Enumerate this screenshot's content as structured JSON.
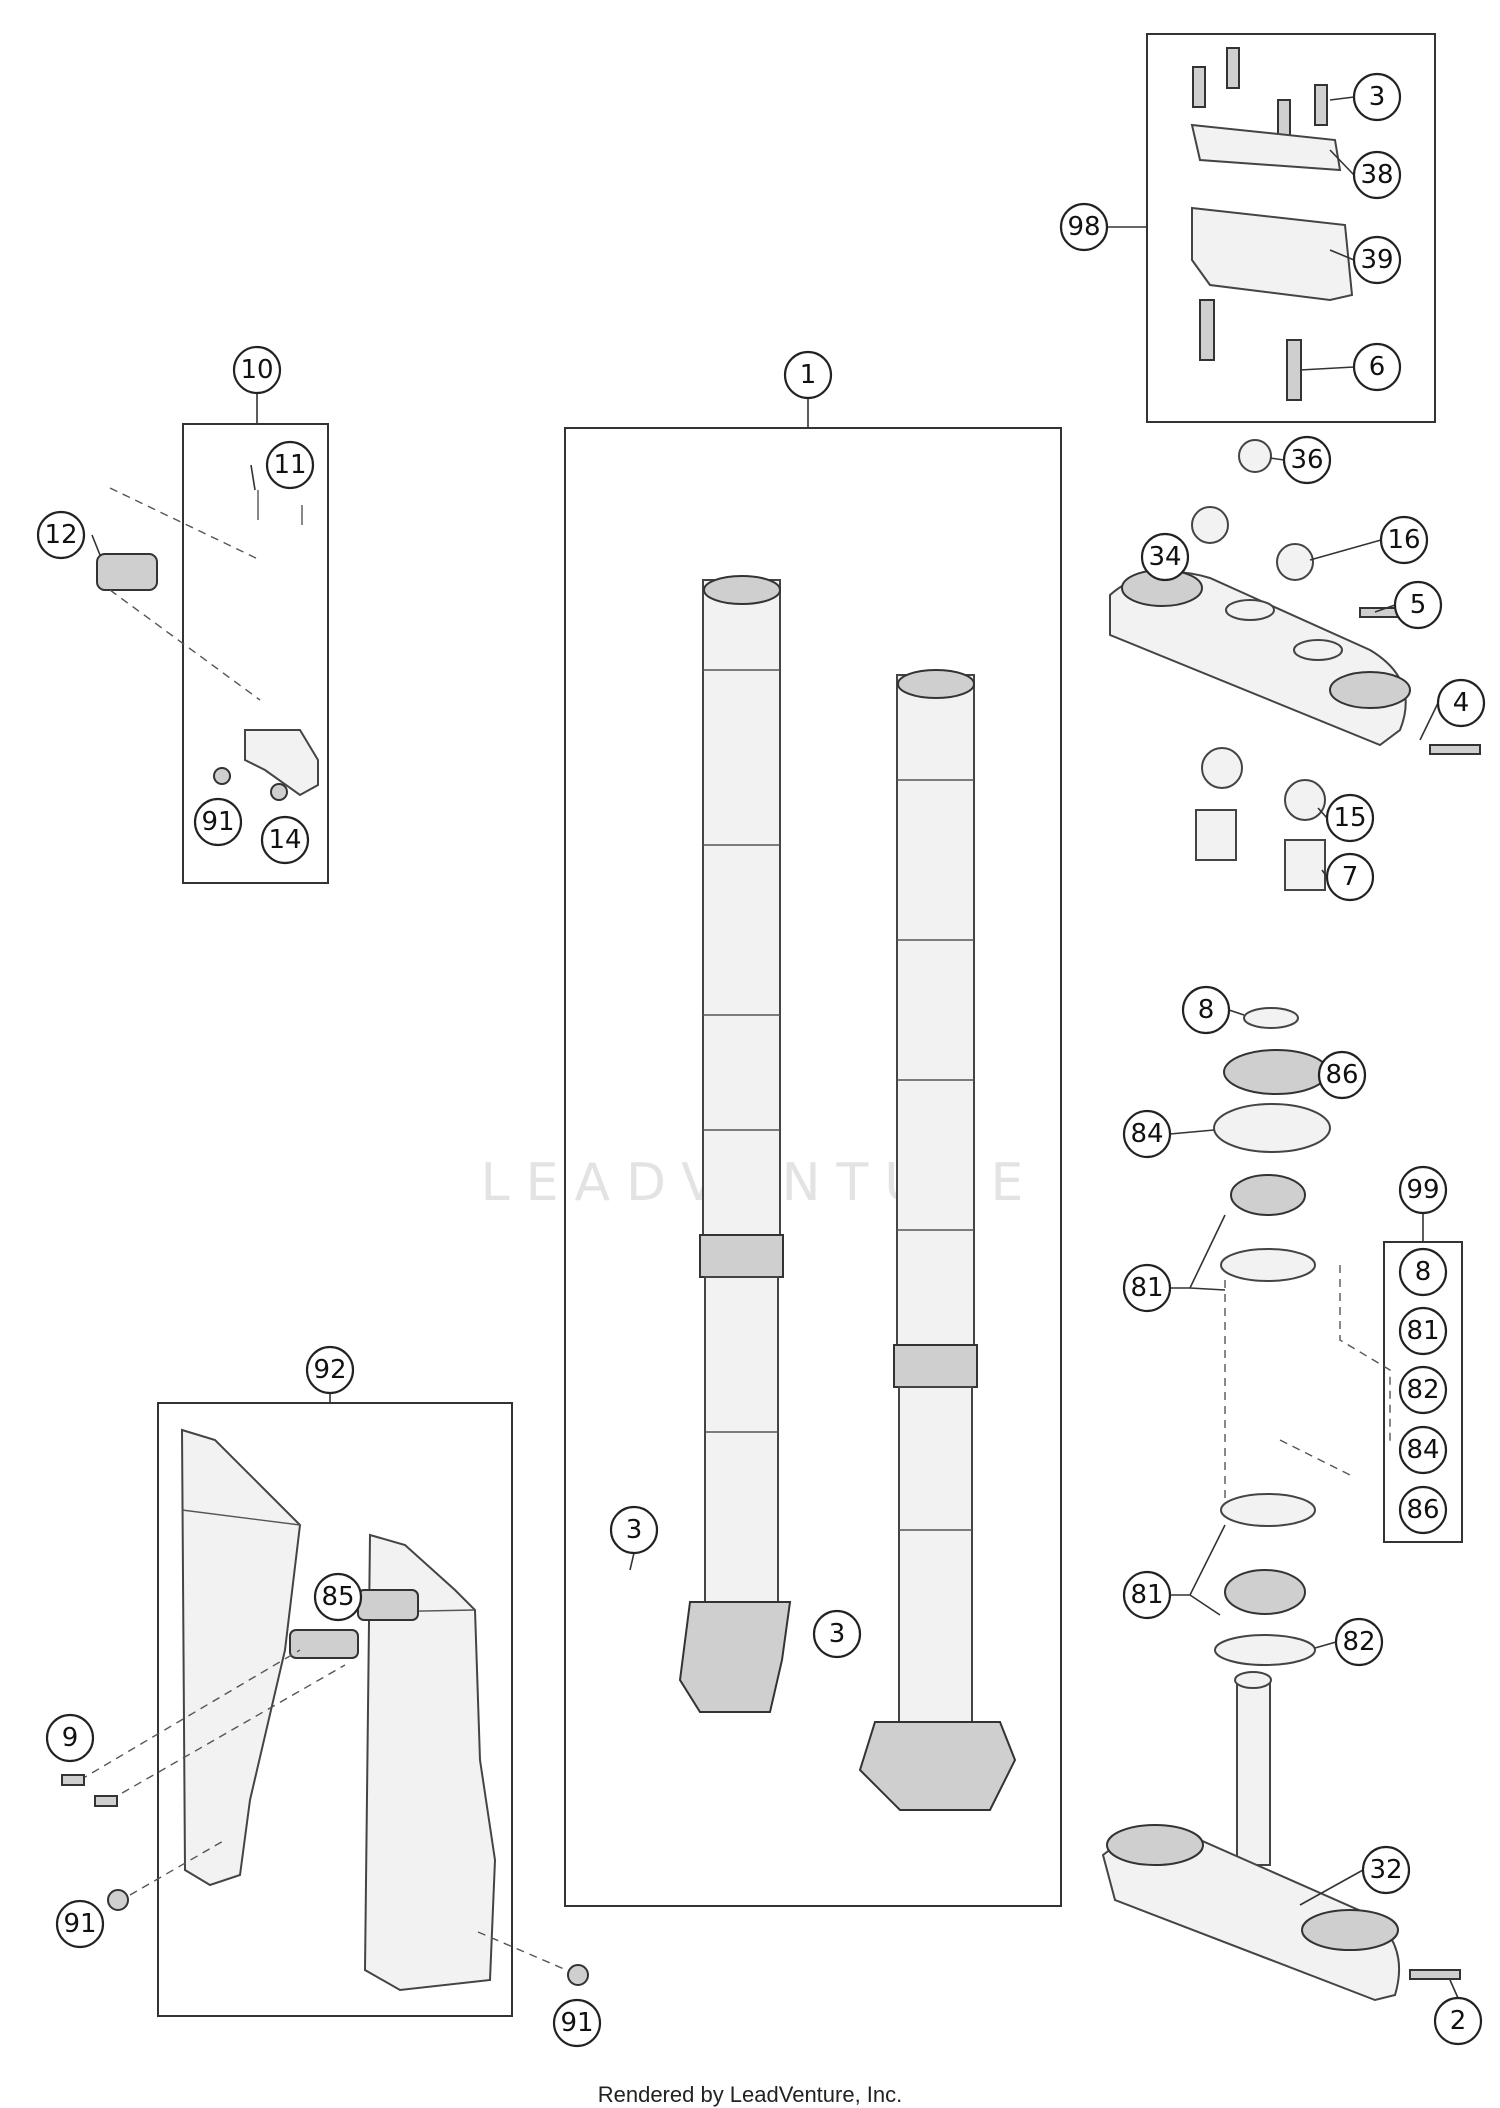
{
  "footer": "Rendered by LeadVenture, Inc.",
  "watermark": "LEADVENTURE",
  "callouts": {
    "c1": "1",
    "c2": "2",
    "c3a": "3",
    "c3b": "3",
    "c3c": "3",
    "c4": "4",
    "c5": "5",
    "c6": "6",
    "c7": "7",
    "c8a": "8",
    "c8b": "8",
    "c9": "9",
    "c10": "10",
    "c11": "11",
    "c12": "12",
    "c14": "14",
    "c15": "15",
    "c16": "16",
    "c32": "32",
    "c34": "34",
    "c36": "36",
    "c38": "38",
    "c39": "39",
    "c81a": "81",
    "c81b": "81",
    "c81c": "81",
    "c82a": "82",
    "c82b": "82",
    "c84a": "84",
    "c84b": "84",
    "c85": "85",
    "c86a": "86",
    "c86b": "86",
    "c91a": "91",
    "c91b": "91",
    "c91c": "91",
    "c92": "92",
    "c98": "98",
    "c99": "99"
  }
}
